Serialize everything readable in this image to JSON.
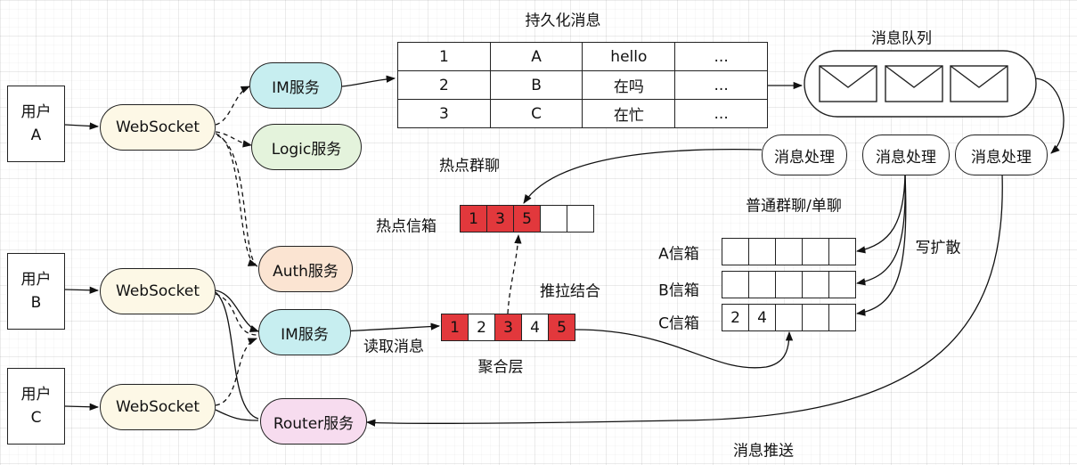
{
  "users": [
    {
      "label": "用户\nA"
    },
    {
      "label": "用户\nB"
    },
    {
      "label": "用户\nC"
    }
  ],
  "websocket": [
    "WebSocket",
    "WebSocket",
    "WebSocket"
  ],
  "services": {
    "im_top": "IM服务",
    "logic": "Logic服务",
    "auth": "Auth服务",
    "im_mid": "IM服务",
    "router": "Router服务"
  },
  "titles": {
    "persist": "持久化消息",
    "queue": "消息队列",
    "hot_group": "热点群聊",
    "hot_inbox": "热点信箱",
    "normal": "普通群聊/单聊",
    "write_spread": "写扩散",
    "push_pull": "推拉结合",
    "read_msg": "读取消息",
    "agg_layer": "聚合层",
    "push": "消息推送"
  },
  "persist_table": [
    [
      "1",
      "A",
      "hello",
      "..."
    ],
    [
      "2",
      "B",
      "在吗",
      "..."
    ],
    [
      "3",
      "C",
      "在忙",
      "..."
    ]
  ],
  "processors": [
    "消息处理",
    "消息处理",
    "消息处理"
  ],
  "hot_inbox_cells": [
    {
      "v": "1",
      "red": true
    },
    {
      "v": "3",
      "red": true
    },
    {
      "v": "5",
      "red": true
    },
    {
      "v": "",
      "red": false
    },
    {
      "v": "",
      "red": false
    }
  ],
  "inboxes": [
    {
      "label": "A信箱",
      "cells": [
        "",
        "",
        "",
        "",
        ""
      ]
    },
    {
      "label": "B信箱",
      "cells": [
        "",
        "",
        "",
        "",
        ""
      ]
    },
    {
      "label": "C信箱",
      "cells": [
        "2",
        "4",
        "",
        "",
        ""
      ]
    }
  ],
  "agg_cells": [
    {
      "v": "1",
      "red": true
    },
    {
      "v": "2",
      "red": false
    },
    {
      "v": "3",
      "red": true
    },
    {
      "v": "4",
      "red": false
    },
    {
      "v": "5",
      "red": true
    }
  ],
  "colors": {
    "red": "#e2383c",
    "websocket": "#fdf8e6",
    "im": "#c7eef0",
    "logic": "#e4f3dc",
    "auth": "#fbe4d2",
    "router": "#f7dcef"
  }
}
